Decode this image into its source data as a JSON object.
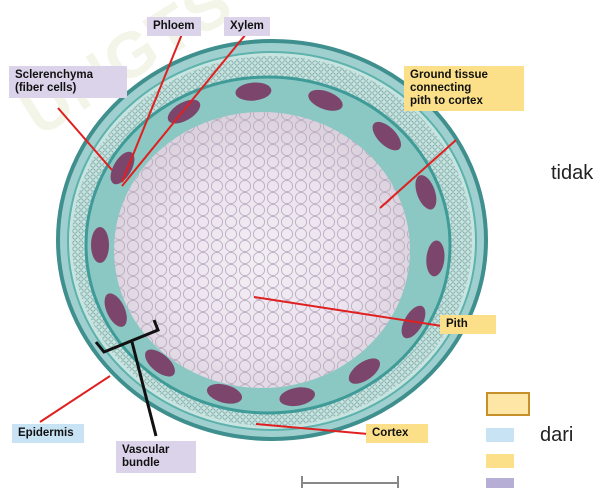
{
  "labels": {
    "phloem": "Phloem",
    "xylem": "Xylem",
    "sclerenchyma_line1": "Sclerenchyma",
    "sclerenchyma_line2": "(fiber cells)",
    "ground_tissue_line1": "Ground tissue",
    "ground_tissue_line2": "connecting",
    "ground_tissue_line3": "pith to cortex",
    "pith": "Pith",
    "epidermis": "Epidermis",
    "cortex": "Cortex",
    "vascular_bundle_line1": "Vascular",
    "vascular_bundle_line2": "bundle"
  },
  "side_text": {
    "tidak": "tidak",
    "dari": "dari"
  },
  "colors": {
    "label_purple": "#dad3ea",
    "label_blue": "#c8e3f4",
    "label_yellow": "#fbe089",
    "leader_line": "#e02020",
    "stain_teal": "#4aa3a0",
    "stain_magenta": "#7a2f5e"
  },
  "legend_keys": [
    {
      "name": "outlined",
      "color": "#fbe089",
      "outline": "#c8902a"
    },
    {
      "name": "blue",
      "color": "#c8e3f4"
    },
    {
      "name": "yellow",
      "color": "#fbe089"
    },
    {
      "name": "purple",
      "color": "#b7aed6"
    }
  ]
}
